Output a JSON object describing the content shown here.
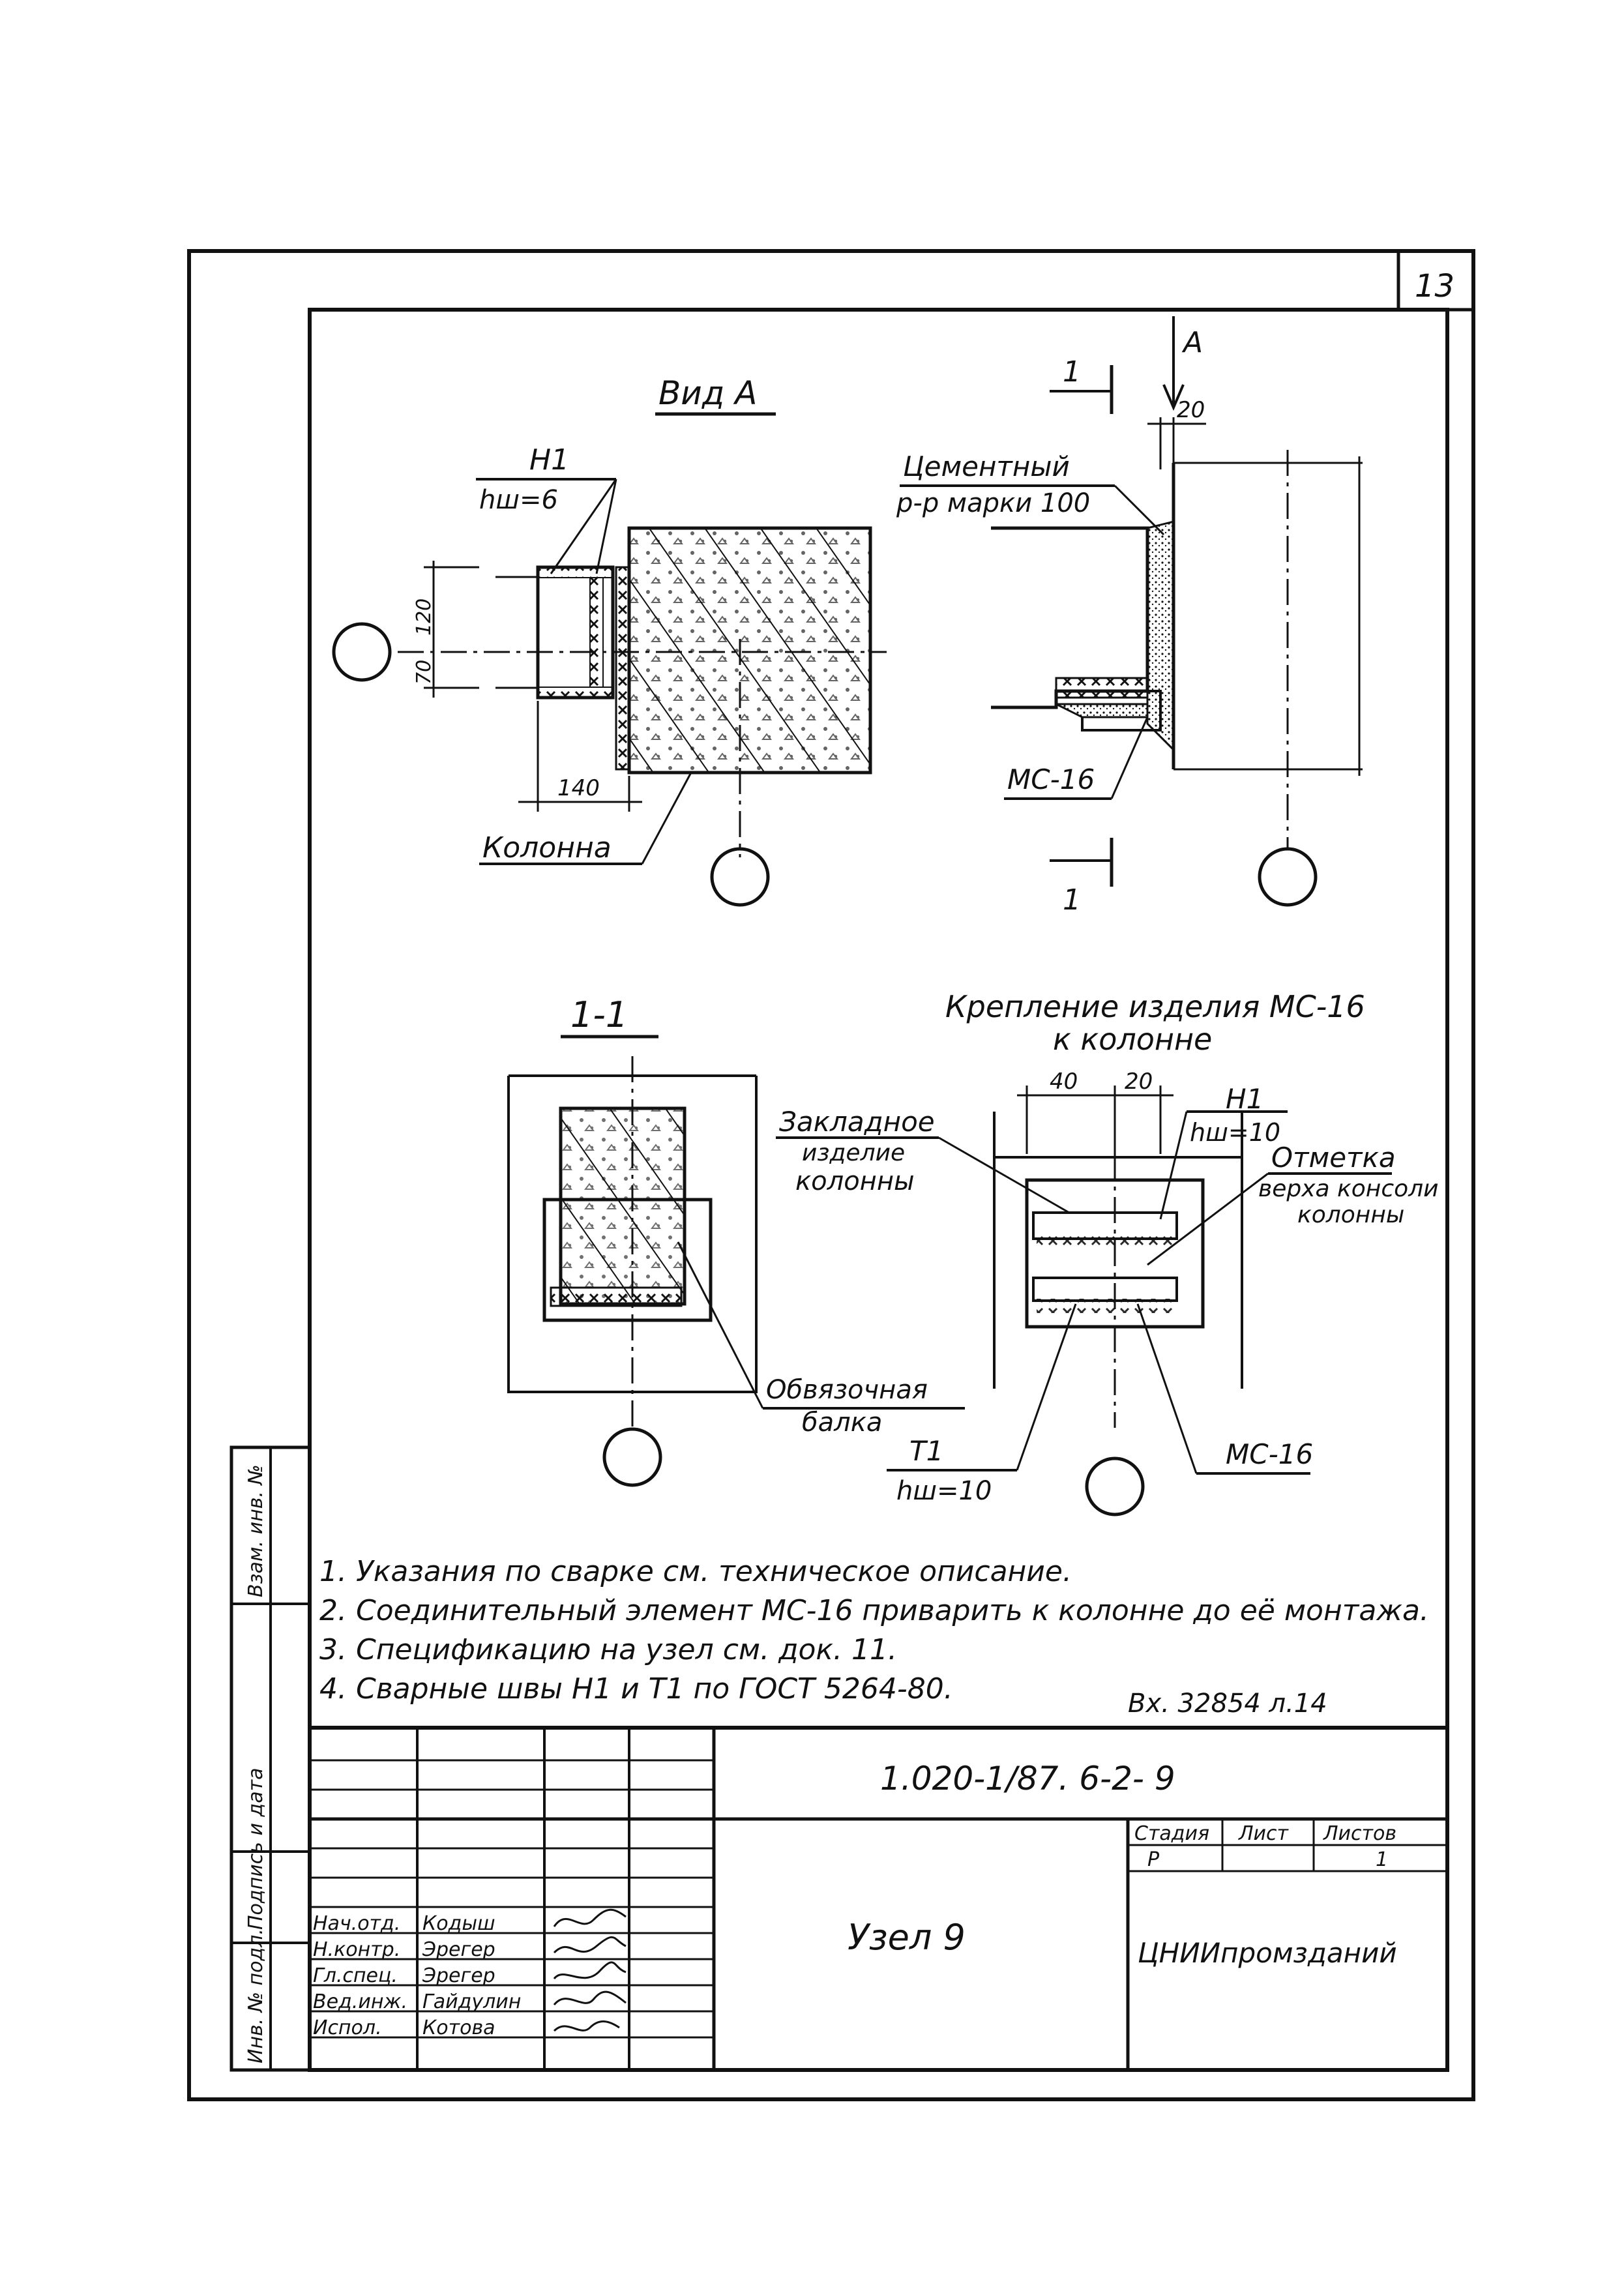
{
  "sheet_number": "13",
  "view_a": {
    "title": "Вид А",
    "weld_label": "Н1",
    "weld_size": "hш=6",
    "dim_120": "120",
    "dim_70": "70",
    "dim_140": "140",
    "column_label": "Колонна"
  },
  "section_marker": {
    "cut_label": "1",
    "arrow_label": "А",
    "dim_20": "20",
    "mortar_line1": "Цементный",
    "mortar_line2": "р-р марки 100",
    "element_label": "МС-16"
  },
  "section_1_1": {
    "title": "1-1",
    "beam_line1": "Обвязочная",
    "beam_line2": "балка"
  },
  "fastening": {
    "title_line1": "Крепление изделия  МС-16",
    "title_line2": "к колонне",
    "dim_40": "40",
    "dim_20": "20",
    "weld_h1": "Н1",
    "weld_h1_size": "hш=10",
    "embed_line1": "Закладное",
    "embed_line2": "изделие",
    "embed_line3": "колонны",
    "mark_line1": "Отметка",
    "mark_line2": "верха консоли",
    "mark_line3": "колонны",
    "weld_t1": "Т1",
    "weld_t1_size": "hш=10",
    "element_label": "МС-16"
  },
  "notes": [
    "1. Указания по сварке см. техническое описание.",
    "2. Соединительный элемент МС-16 приварить к колонне до её монтажа.",
    "3. Спецификацию на узел см. док. 11.",
    "4. Сварные швы  Н1 и Т1  по ГОСТ 5264-80."
  ],
  "incoming_number": "Вх. 32854 л.14",
  "side_stamp": {
    "inv_original": "Инв. № подл.",
    "signature_date": "Подпись и дата",
    "inv_replace": "Взам. инв. №"
  },
  "title_block": {
    "document_code": "1.020-1/87. 6-2- 9",
    "drawing_name": "Узел 9",
    "stage_header": "Стадия",
    "sheet_header": "Лист",
    "sheets_header": "Листов",
    "stage_value": "Р",
    "sheets_value": "1",
    "organization": "ЦНИИпромзданий",
    "people": [
      {
        "role": "Нач.отд.",
        "name": "Кодыш"
      },
      {
        "role": "Н.контр.",
        "name": "Эрегер"
      },
      {
        "role": "Гл.спец.",
        "name": "Эрегер"
      },
      {
        "role": "Вед.инж.",
        "name": "Гайдулин"
      },
      {
        "role": "Испол.",
        "name": "Котова"
      }
    ]
  },
  "colors": {
    "ink": "#111111",
    "paper": "#ffffff",
    "mortar": "#d9d9d9"
  }
}
